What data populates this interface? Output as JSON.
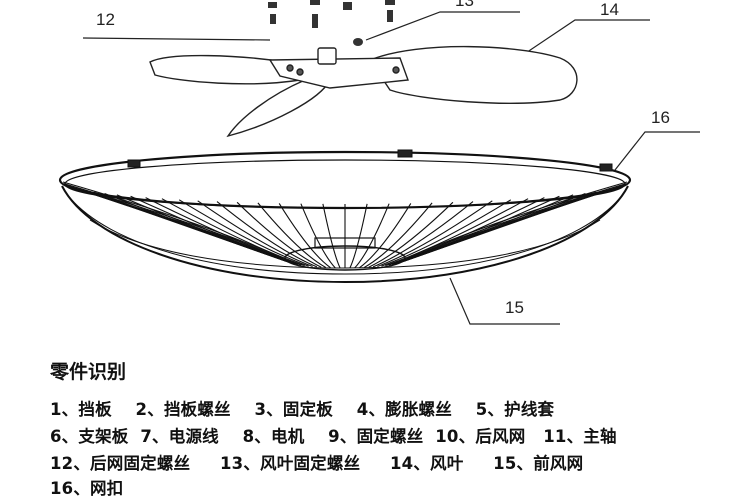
{
  "callouts": {
    "c12": "12",
    "c13": "13",
    "c14": "14",
    "c15": "15",
    "c16": "16"
  },
  "legend": {
    "title": "零件识别",
    "lines": [
      "1、挡板    2、挡板螺丝    3、固定板    4、膨胀螺丝    5、护线套",
      "6、支架板  7、电源线    8、电机    9、固定螺丝  10、后风网   11、主轴",
      "12、后网固定螺丝     13、风叶固定螺丝     14、风叶     15、前风网",
      "16、网扣"
    ]
  },
  "colors": {
    "line": "#222222",
    "blade_fill": "#ffffff",
    "background": "#ffffff"
  }
}
